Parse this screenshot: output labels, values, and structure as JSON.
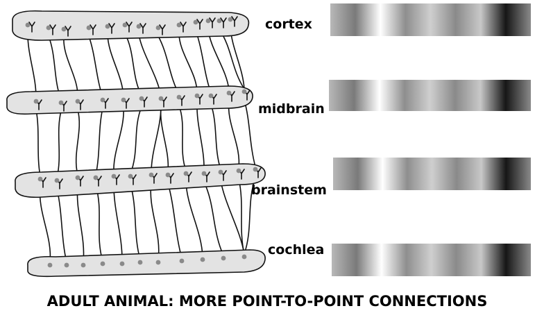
{
  "caption": "ADULT ANIMAL: MORE POINT-TO-POINT CONNECTIONS",
  "layers": [
    {
      "key": "cortex",
      "label": "cortex"
    },
    {
      "key": "midbrain",
      "label": "midbrain"
    },
    {
      "key": "brainstem",
      "label": "brainstem"
    },
    {
      "key": "cochlea",
      "label": "cochlea"
    }
  ],
  "colors": {
    "band_fill": "#e3e3e3",
    "band_stroke": "#111111",
    "neuron_dot": "#8a8a8a",
    "axon": "#111111"
  },
  "gradient_stops": [
    "#b8b8b8",
    "#7a7a7a",
    "#ffffff",
    "#8e8e8e",
    "#cfcfcf",
    "#8a8a8a",
    "#c8c8c8",
    "#161616",
    "#8a8a8a"
  ]
}
